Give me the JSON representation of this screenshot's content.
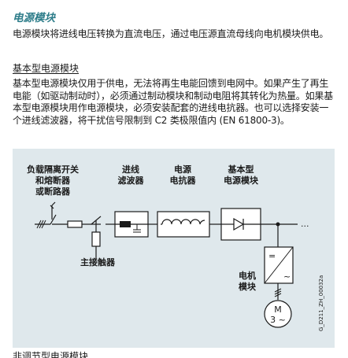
{
  "section": {
    "title": "电源模块",
    "intro": "电源模块将进线电压转换为直流电压，通过电压源直流母线向电机模块供电。",
    "subheading": "基本型电源模块",
    "body": "基本型电源模块仅用于供电，无法将再生电能回馈到电网中。如果产生了再生电能（如驱动制动时），必须通过制动模块和制动电阻将其转化为热量。如果基本型电源模块用作电源模块，必须安装配套的进线电抗器。也可以选择安装一个进线滤波器，将干扰信号限制到 C2 类极限值内 (EN 61800-3)。",
    "next_heading": "非调节型电源模块"
  },
  "diagram": {
    "label_isolator": [
      "负载隔离开关",
      "和熔断器",
      "或断路器"
    ],
    "label_filter": [
      "进线",
      "滤波器"
    ],
    "label_reactor": [
      "电源",
      "电抗器"
    ],
    "label_basic_module": [
      "基本型",
      "电源模块"
    ],
    "label_contactor": "主接触器",
    "label_motor_module": [
      "电机",
      "模块"
    ],
    "motor_text": [
      "M",
      "3 ~"
    ],
    "motor_module_symbols": [
      "=",
      "~"
    ],
    "continuation": "...",
    "figure_code": "G_D211_ZH_00032a",
    "colors": {
      "background": "#dfe8ec",
      "title": "#2e7d8a",
      "line": "#1a1a1a"
    }
  }
}
